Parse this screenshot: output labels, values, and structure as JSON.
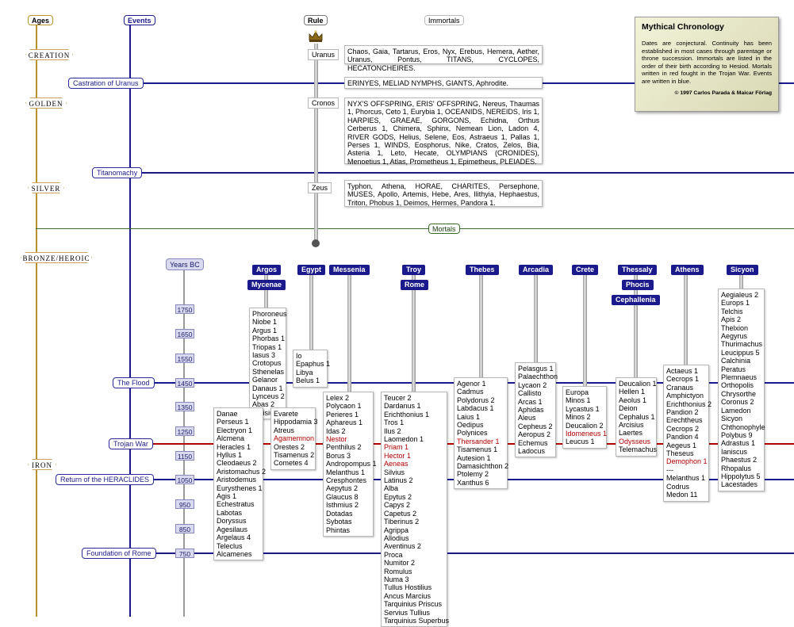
{
  "headers": {
    "ages": "Ages",
    "events": "Events",
    "rule": "Rule",
    "immortals": "Immortals",
    "years": "Years BC",
    "mortals": "Mortals"
  },
  "ages": [
    "CREATION",
    "GOLDEN",
    "SILVER",
    "BRONZE/HEROIC",
    "IRON"
  ],
  "events": [
    "Castration of Uranus",
    "Titanomachy",
    "The Flood",
    "Trojan War",
    "Return of the HERACLIDES",
    "Foundation of Rome"
  ],
  "rulers": [
    "Uranus",
    "Cronos",
    "Zeus"
  ],
  "immortals": {
    "uranus": "Chaos, Gaia, Tartarus, Eros, Nyx, Erebus, Hemera, Aether, Uranus, Pontus, TITANS, CYCLOPES, HECATONCHEIRES.",
    "castration": "ERINYES, MELIAD NYMPHS, GIANTS, Aphrodite.",
    "cronos": "NYX'S OFFSPRING, ERIS' OFFSPRING, Nereus, Thaumas 1, Phorcus, Ceto 1, Eurybia 1, OCEANIDS, NEREIDS, Iris 1, HARPIES, GRAEAE, GORGONS, Echidna, Orthus Cerberus 1, Chimera, Sphinx, Nemean Lion, Ladon 4, RIVER GODS, Helius, Selene, Eos, Astraeus 1, Pallas 1, Perses 1, WINDS, Eosphorus, Nike, Cratos, Zelos, Bia, Asteria 1, Leto, Hecate, OLYMPIANS (CRONIDES), Menoetius 1, Atlas, Prometheus 1, Epimetheus, PLEIADES.",
    "zeus": "Typhon, Athena, HORAE, CHARITES, Persephone, MUSES, Apollo, Artemis, Hebe, Ares, Ilithyia, Hephaestus, Triton, Phobus 1, Deimos, Hermes, Pandora 1."
  },
  "info": {
    "title": "Mythical Chronology",
    "text": "Dates are conjectural. Continuity has been established in most cases through parentage or throne succession. Immortals are listed in the order of their birth according to Hesiod. Mortals written in red fought in the Trojan War. Events are written in blue.",
    "copyright": "© 1997 Carlos Parada & Maicar Förlag"
  },
  "years": [
    "1750",
    "1650",
    "1550",
    "1450",
    "1350",
    "1250",
    "1150",
    "1050",
    "950",
    "850",
    "750"
  ],
  "places": [
    "Argos",
    "Mycenae",
    "Egypt",
    "Messenia",
    "Troy",
    "Rome",
    "Thebes",
    "Arcadia",
    "Crete",
    "Thessaly",
    "Phocis",
    "Cephallenia",
    "Athens",
    "Sicyon"
  ],
  "lists": {
    "argos": [
      "Phoroneus",
      "Niobe 1",
      "Argus 1",
      "Phorbas 1",
      "Triopas 1",
      "Iasus 3",
      "Crotopus",
      "Sthenelas",
      "Gelanor",
      "Danaus 1",
      "Lynceus 2",
      "Abas 2",
      "Acrisius"
    ],
    "argosLeft": [
      "Danae",
      "Perseus 1",
      "Electryon 1",
      "Alcmena",
      "Heracles 1",
      "Hyllus 1",
      "Cleodaeus 2",
      "Aristomachus 2",
      "Aristodemus",
      "Eurysthenes 1",
      "Agis 1",
      "Echestratus",
      "Labotas",
      "Doryssus",
      "Agesilaus",
      "Argelaus 4",
      "Teleclus",
      "Alcamenes"
    ],
    "mycenae": [
      "Evarete",
      "Hippodamia 3",
      "Atreus",
      "Agamemnon",
      "Orestes 2",
      "Tisamenus 2",
      "Cometes 4"
    ],
    "egypt": [
      "Io",
      "Epaphus 1",
      "Libya",
      "Belus 1"
    ],
    "messenia": [
      "Lelex 2",
      "Polycaon 1",
      "Perieres 1",
      "Aphareus 1",
      "Idas 2",
      "Nestor",
      "Penthilus 2",
      "Borus 3",
      "Andropompus 1",
      "Melanthus 1",
      "Cresphontes",
      "Aepytus 2",
      "Glaucus 8",
      "Isthmius 2",
      "Dotadas",
      "Sybotas",
      "Phintas"
    ],
    "troy": [
      "Teucer 2",
      "Dardanus 1",
      "Erichthonius 1",
      "Tros 1",
      "Ilus 2",
      "Laomedon 1",
      "Priam 1",
      "Hector 1",
      "Aeneas",
      "Silvius",
      "Latinus 2",
      "Alba",
      "Epytus 2",
      "Capys 2",
      "Capetus 2",
      "Tiberinus 2",
      "Agrippa",
      "Allodius",
      "Aventinus 2",
      "Proca",
      "Numitor 2",
      "Romulus",
      "Numa 3",
      "Tullus Hostilius",
      "Ancus Marcius",
      "Tarquinius Priscus",
      "Servius Tullius",
      "Tarquinius Superbus"
    ],
    "thebes": [
      "Agenor 1",
      "Cadmus",
      "Polydorus 2",
      "Labdacus 1",
      "Laius 1",
      "Oedipus",
      "Polynices",
      "Thersander 1",
      "Tisamenus 1",
      "Autesion 1",
      "Damasichthon 2",
      "Ptolemy 2",
      "Xanthus 6"
    ],
    "arcadia": [
      "Pelasgus 1",
      "Palaechthon",
      "Lycaon 2",
      "Callisto",
      "Arcas 1",
      "Aphidas",
      "Aleus",
      "Cepheus 2",
      "Aeropus 2",
      "Echemus",
      "Ladocus"
    ],
    "crete": [
      "Europa",
      "Minos 1",
      "Lycastus 1",
      "Minos 2",
      "Deucalion 2",
      "Idomeneus 1",
      "Leucus 1"
    ],
    "thessaly": [
      "Deucalion 1",
      "Hellen 1",
      "Aeolus 1",
      "Deion",
      "Cephalus 1",
      "Arcisius",
      "Laertes",
      "Odysseus",
      "Telemachus"
    ],
    "athens": [
      "Actaeus 1",
      "Cecrops 1",
      "Cranaus",
      "Amphictyon",
      "Erichthonius 2",
      "Pandion 2",
      "Erechtheus",
      "Cecrops 2",
      "Pandion 4",
      "Aegeus 1",
      "Theseus",
      "Demophon 1",
      "---",
      "Melanthus 1",
      "Codrus",
      "Medon 11"
    ],
    "sicyon": [
      "Aegialeus 2",
      "Europs 1",
      "Telchis",
      "Apis 2",
      "Thelxion",
      "Aegyrus",
      "Thurimachus",
      "Leucippus 5",
      "Calchinia",
      "Peratus",
      "Plemnaeus",
      "Orthopolis",
      "Chrysorthe",
      "Coronus 2",
      "Lamedon",
      "Sicyon",
      "Chthonophyle",
      "Polybus 9",
      "Adrastus 1",
      "Ianiscus",
      "Phaestus 2",
      "Rhopalus",
      "Hippolytus 5",
      "Lacestades"
    ]
  },
  "red_names": [
    "Agamemnon",
    "Nestor",
    "Priam 1",
    "Hector 1",
    "Aeneas",
    "Thersander 1",
    "Idomeneus 1",
    "Odysseus",
    "Demophon 1"
  ],
  "colors": {
    "event_line": "#1a1a8c",
    "age_line": "#b8942c",
    "war_line": "#b00000",
    "mortals_line": "#3b6b2a",
    "place_bg": "#1a1a8c"
  }
}
